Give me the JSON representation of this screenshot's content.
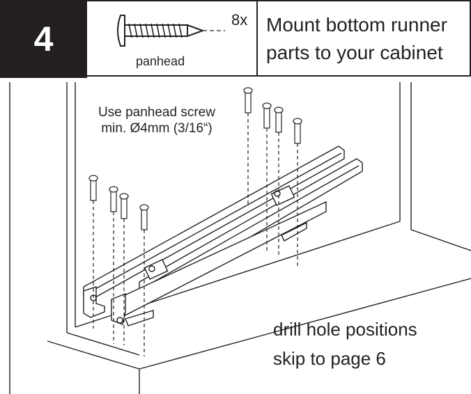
{
  "step": {
    "number": "4"
  },
  "hardware": {
    "quantity": "8x",
    "screw_type": "panhead"
  },
  "title": {
    "line1": "Mount bottom runner",
    "line2": "parts to your cabinet"
  },
  "note": {
    "line1": "Use panhead screw",
    "line2": "min. Ø4mm (3/16“)"
  },
  "footer": {
    "line1": "drill hole positions",
    "line2": "skip to page 6"
  }
}
